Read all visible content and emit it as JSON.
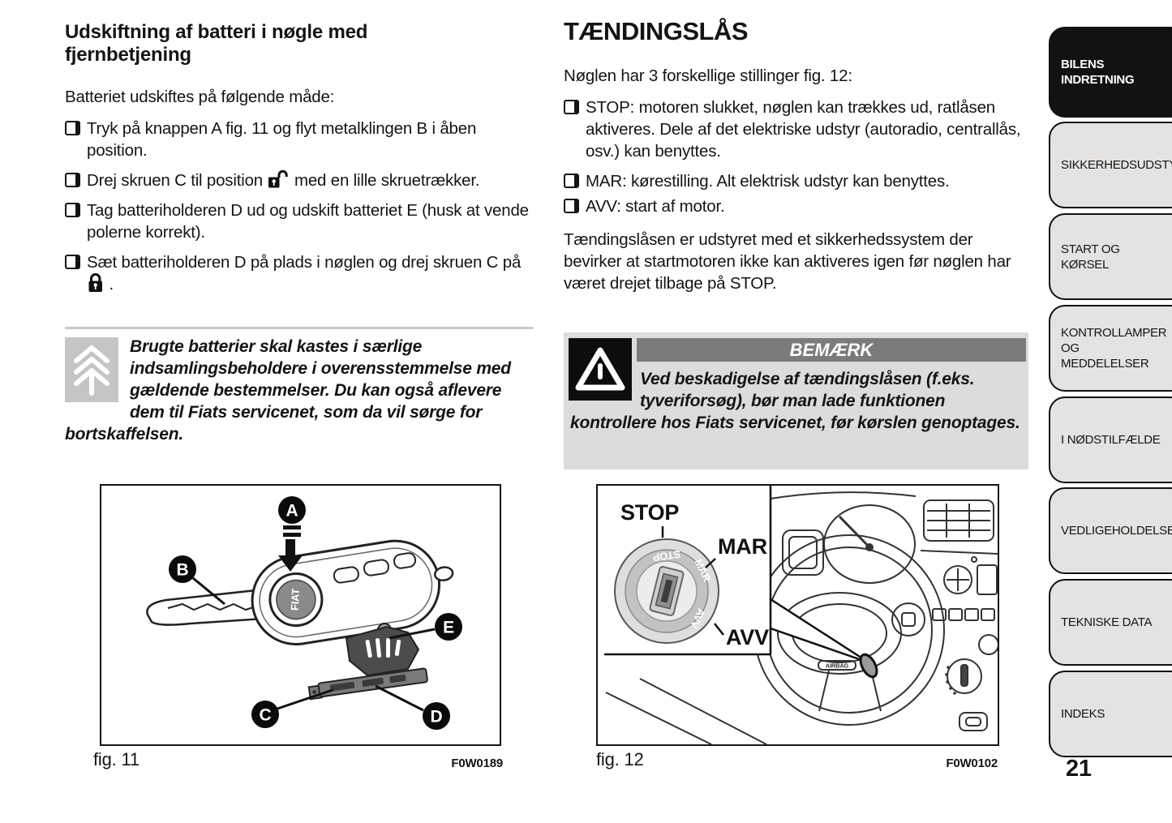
{
  "page_number": "21",
  "left": {
    "heading": "Udskiftning af batteri i nøgle med fjernbetjening",
    "intro": "Batteriet udskiftes på følgende måde:",
    "bullets": [
      {
        "t1": "Tryk på knappen A fig. 11 og flyt metalklingen B i åben position.",
        "t2": ""
      },
      {
        "t1": "Drej skruen C til position",
        "icon": "open-lock",
        "t2": "med en lille skruetrækker."
      },
      {
        "t1": "Tag batteriholderen D ud og udskift batteriet E (husk at vende polerne korrekt).",
        "t2": ""
      },
      {
        "t1": "Sæt batteriholderen D på plads i nøglen og drej skruen C på",
        "icon": "closed-lock",
        "t2": "."
      }
    ],
    "recycle_note": "Brugte batterier skal kastes i særlige indsamlingsbeholdere i overensstemmelse med gældende bestemmelser. Du kan også aflevere dem til Fiats servicenet, som da vil sørge for bortskaffelsen."
  },
  "right": {
    "heading": "TÆNDINGSLÅS",
    "intro": "Nøglen har 3 forskellige stillinger fig. 12:",
    "bullets": [
      "STOP: motoren slukket, nøglen kan trækkes ud, ratlåsen aktiveres. Dele af det elektriske udstyr (autoradio, centrallås, osv.) kan benyttes.",
      "MAR: kørestilling. Alt elektrisk udstyr kan benyttes.",
      "AVV: start af motor."
    ],
    "paragraph": "Tændingslåsen er udstyret med et sikkerhedssystem der bevirker at startmotoren ikke kan aktiveres igen før nøglen har været drejet tilbage på STOP.",
    "notice": {
      "title": "BEMÆRK",
      "text": "Ved beskadigelse af tændingslåsen (f.eks. tyveriforsøg), bør man lade funktionen kontrollere hos Fiats servicenet, før kørslen genoptages."
    }
  },
  "fig11": {
    "caption": "fig. 11",
    "code": "F0W0189",
    "labels": {
      "a": "A",
      "b": "B",
      "c": "C",
      "d": "D",
      "e": "E"
    },
    "logo": "FIAT"
  },
  "fig12": {
    "caption": "fig. 12",
    "code": "F0W0102",
    "pos_stop": "STOP",
    "pos_mar": "MAR",
    "pos_avv": "AVV",
    "dial_stop": "STOP",
    "dial_mar": "MAR",
    "dial_avv": "AVV",
    "airbag": "AIRBAG"
  },
  "sidebar": {
    "tabs": [
      {
        "label": "BILENS INDRETNING"
      },
      {
        "label": "SIKKERHEDSUDSTYR"
      },
      {
        "label": "START OG KØRSEL"
      },
      {
        "label": "KONTROLLAMPER OG MEDDELELSER"
      },
      {
        "label": "I NØDSTILFÆLDE"
      },
      {
        "label": "VEDLIGEHOLDELSE"
      },
      {
        "label": "TEKNISKE DATA"
      },
      {
        "label": "INDEKS"
      }
    ]
  },
  "colors": {
    "tab_active_bg": "#121212",
    "tab_bg": "#e5e3e1",
    "notice_bg": "#dcdcda",
    "notice_bar": "#7b7b7b",
    "icon_gray_bg": "#c6c5c3"
  }
}
